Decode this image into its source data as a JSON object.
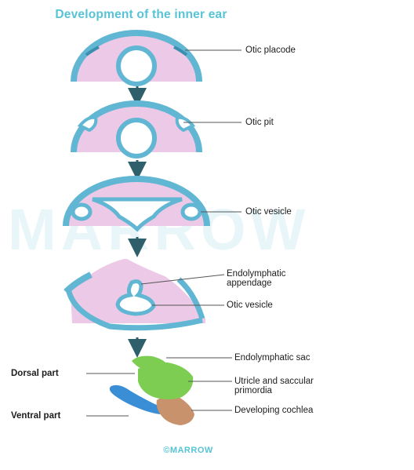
{
  "title": "Development of the inner ear",
  "watermark": "MARROW",
  "footer": "©MARROW",
  "colors": {
    "title": "#56c3d6",
    "ectoderm": "#61b6d3",
    "mesoderm": "#ecc9e6",
    "arrow": "#2f5f6b",
    "endolymphatic_sac": "#7ccd52",
    "utricle_saccule": "#7ccd52",
    "cochlea": "#c8926c",
    "ventral_blue": "#3a8ed6"
  },
  "stages": [
    {
      "labels": [
        "Otic placode"
      ]
    },
    {
      "labels": [
        "Otic pit"
      ]
    },
    {
      "labels": [
        "Otic vesicle"
      ]
    },
    {
      "labels": [
        "Endolymphatic\nappendage",
        "Otic vesicle"
      ]
    },
    {
      "labels": [
        "Endolymphatic sac",
        "Utricle and saccular\nprimordia",
        "Developing cochlea"
      ],
      "side_labels": [
        "Dorsal part",
        "Ventral part"
      ]
    }
  ]
}
